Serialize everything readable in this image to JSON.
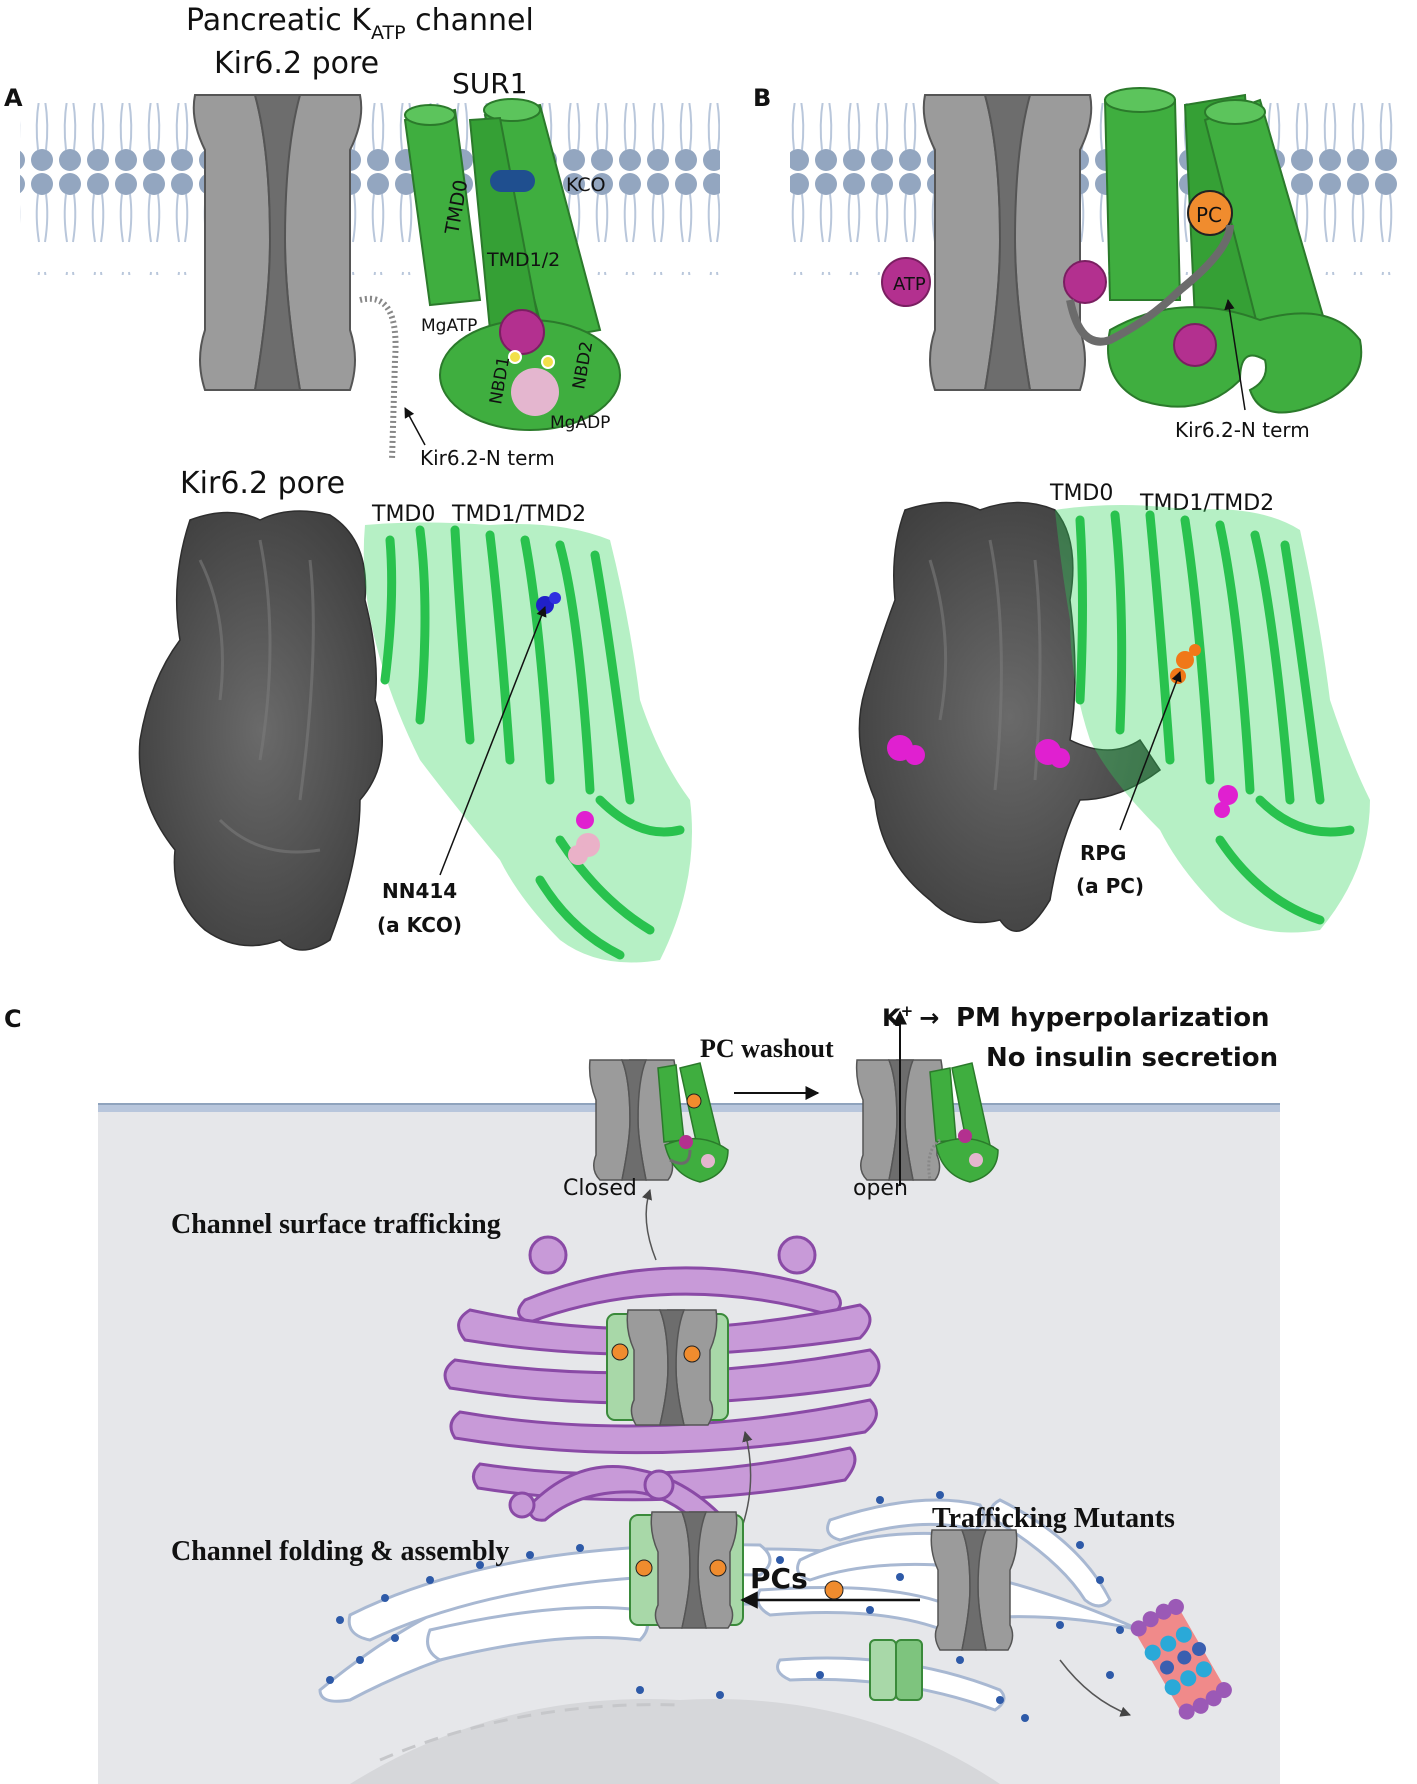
{
  "panels": {
    "a": "A",
    "b": "B",
    "c": "C"
  },
  "panel_a": {
    "title_line1": "Pancreatic K",
    "title_sub": "ATP",
    "title_line1_end": " channel",
    "title_line2": "Kir6.2 pore",
    "sur1": "SUR1",
    "tmd0": "TMD0",
    "kco": "KCO",
    "tmd12": "TMD1/2",
    "mgatp": "MgATP",
    "nbd1": "NBD1",
    "nbd2": "NBD2",
    "mgadp": "MgADP",
    "kir_nterm": "Kir6.2-N term",
    "struct_pore": "Kir6.2 pore",
    "struct_tmd0": "TMD0",
    "struct_tmd12": "TMD1/TMD2",
    "drug_line1": "NN414",
    "drug_line2": "(a KCO)"
  },
  "panel_b": {
    "atp": "ATP",
    "pc": "PC",
    "kir_nterm": "Kir6.2-N term",
    "struct_tmd0": "TMD0",
    "struct_tmd12": "TMD1/TMD2",
    "drug_line1": "RPG",
    "drug_line2": "(a PC)"
  },
  "panel_c": {
    "k_ion": "K",
    "k_sup": "+",
    "arrow_text": "→",
    "hyperpol": "PM hyperpolarization",
    "no_insulin": "No insulin secretion",
    "pc_washout": "PC washout",
    "closed": "Closed",
    "open": "open",
    "surface_trafficking": "Channel surface trafficking",
    "folding": "Channel folding & assembly",
    "trafficking_mutants": "Trafficking Mutants",
    "pcs": "PCs"
  },
  "colors": {
    "membrane": "#8fa3bd",
    "kir_gray": "#9a9a9a",
    "kir_dark": "#6e6e6e",
    "sur_green": "#3fae3f",
    "sur_dark": "#2b8a2b",
    "mg_atp": "#b3308f",
    "mg_adp": "#e4b6cf",
    "pc_orange": "#f08c2e",
    "kco_blue": "#1f4f8f",
    "golgi": "#c89ad8",
    "cell_bg": "#e6e7ea"
  }
}
